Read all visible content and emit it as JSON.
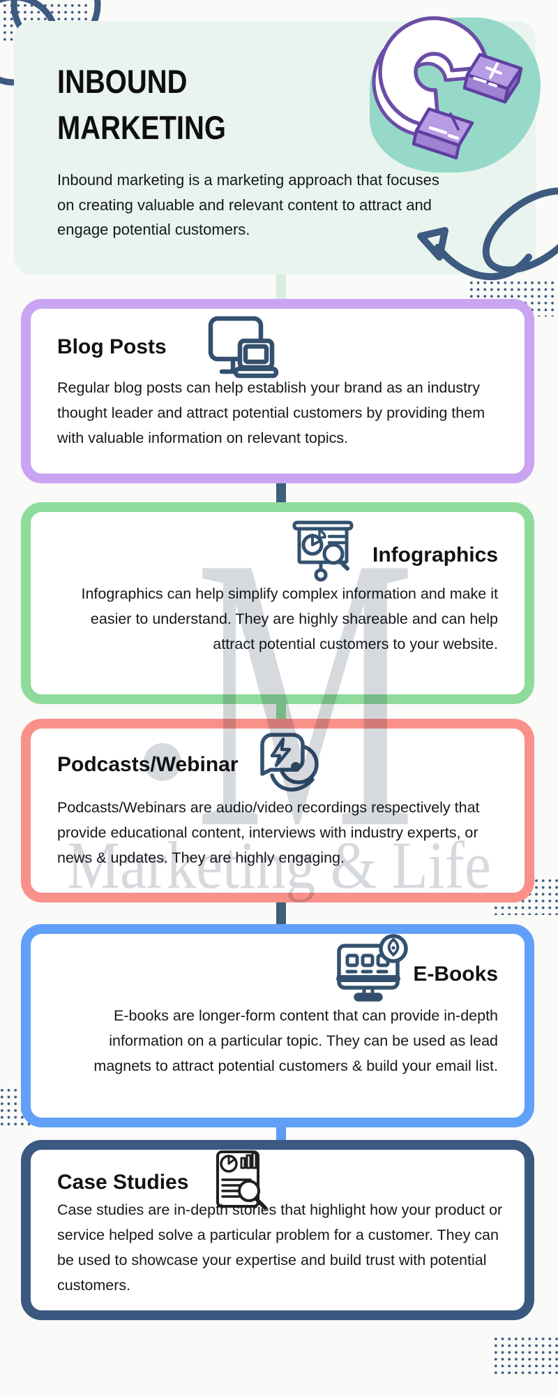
{
  "header": {
    "title": "INBOUND\nMARKETING",
    "description": "Inbound marketing is a marketing approach that focuses on creating valuable and relevant content to attract and engage potential customers."
  },
  "watermark": {
    "monogram": "M",
    "text": "Marketing & Life",
    "color": "#d6d9dd"
  },
  "cards": [
    {
      "id": "blog-posts",
      "title": "Blog Posts",
      "icon": "monitor-laptop-icon",
      "align": "left",
      "accent": "#c9a4f2",
      "body": "Regular blog posts can help establish your brand as an industry thought leader and attract potential customers by providing them with valuable information on relevant topics."
    },
    {
      "id": "infographics",
      "title": "Infographics",
      "icon": "presentation-chart-icon",
      "align": "right",
      "accent": "#8edb9c",
      "body": "Infographics can help simplify complex information and make it easier to understand. They are highly shareable and can help attract potential customers to your website."
    },
    {
      "id": "podcasts-webinar",
      "title": "Podcasts/Webinar",
      "icon": "speech-bubble-bolt-icon",
      "align": "left",
      "accent": "#f9908a",
      "body": "Podcasts/Webinars are audio/video recordings respectively that provide educational content, interviews with industry experts, or news & updates. They are highly engaging."
    },
    {
      "id": "e-books",
      "title": "E-Books",
      "icon": "monitor-pen-icon",
      "align": "right",
      "accent": "#61a0f8",
      "body": "E-books are longer-form content that can provide in-depth information on a particular topic. They can be used as lead magnets to attract potential customers & build your email list."
    },
    {
      "id": "case-studies",
      "title": "Case Studies",
      "icon": "report-magnifier-icon",
      "align": "left",
      "accent": "#3b5880",
      "body": "Case studies are in-depth stories that highlight how your product or service helped solve a particular problem for a customer. They can be used to showcase your expertise and build trust with potential customers."
    }
  ],
  "connectors": [
    {
      "color": "#d9eee3"
    },
    {
      "color": "#3e5f7a"
    },
    {
      "color": "#8edb9c"
    },
    {
      "color": "#3e5f7a"
    },
    {
      "color": "#5b9cf7"
    }
  ],
  "colors": {
    "background": "#fafaf8",
    "mint_panel": "#e9f4ee",
    "teal_blob": "#97d9c9",
    "navy_decor": "#3d5a80",
    "magnet_outline": "#6b4da6",
    "magnet_tip": "#b79ce3",
    "icon_stroke": "#33506f",
    "text": "#15181c"
  }
}
